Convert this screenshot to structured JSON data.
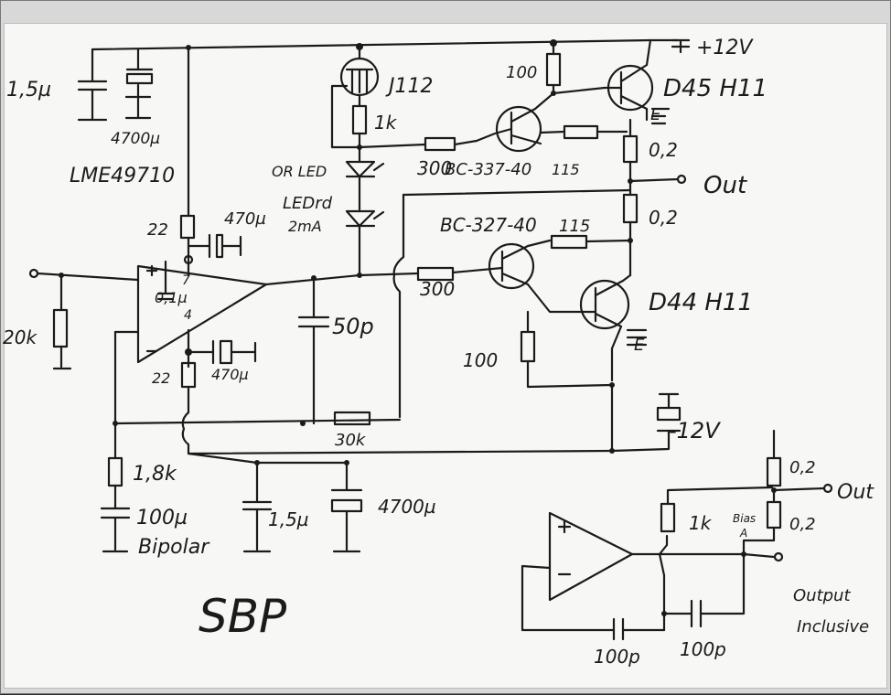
{
  "labels": {
    "cap_15u_top": "1,5µ",
    "cap_4700u_top": "4700µ",
    "ic": "LME49710",
    "jfet": "J112",
    "r_1k_top": "1k",
    "r_100_top": "100",
    "pwr_pos": "+12V",
    "q_d45": "D45 H11",
    "q_d45_e": "E",
    "q_bc337": "BC-337-40",
    "r_115_top": "115",
    "r_02_a": "0,2",
    "r_02_b": "0,2",
    "out_main": "Out",
    "r_300_top": "300",
    "led_or": "OR LED",
    "led_rd": "LEDrd",
    "led_2ma": "2mA",
    "r_22_top": "22",
    "cap_470u_top": "470µ",
    "cap_01u": "0,1µ",
    "pin7": "7",
    "pin4": "4",
    "r_20k": "20k",
    "q_bc327": "BC-327-40",
    "r_115_mid": "115",
    "r_300_mid": "300",
    "q_d44": "D44 H11",
    "q_d44_e": "E",
    "cap_50p": "50p",
    "r_100_mid": "100",
    "r_22_bot": "22",
    "cap_470u_bot": "470µ",
    "pwr_neg": "-12V",
    "r_30k": "30k",
    "r_18k": "1,8k",
    "cap_100u": "100µ",
    "bipolar": "Bipolar",
    "cap_15u_bot": "1,5µ",
    "cap_4700u_bot": "4700µ",
    "title": "SBP",
    "r_02_c": "0,2",
    "r_02_d": "0,2",
    "out_inset": "Out",
    "r_1k_inset": "1k",
    "bias": "Bias",
    "bias_a": "A",
    "cap_100p_a": "100p",
    "cap_100p_b": "100p",
    "output_inclusive_1": "Output",
    "output_inclusive_2": "Inclusive"
  }
}
